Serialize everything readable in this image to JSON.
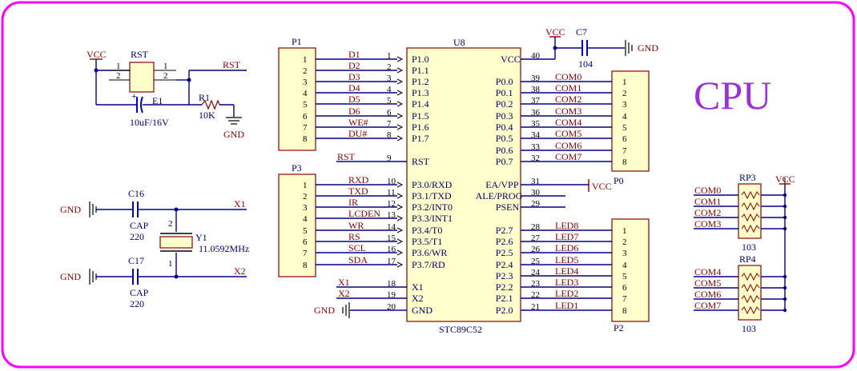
{
  "title": "CPU",
  "colors": {
    "border": "#ff00ff",
    "title": "#9b30d9",
    "wire": "#00008b",
    "box_fill": "#ffffcc",
    "label": "#8b0000"
  },
  "power": {
    "vcc": "VCC",
    "gnd": "GND"
  },
  "u8": {
    "ref": "U8",
    "part": "STC89C52",
    "left": [
      {
        "pin": "1",
        "name": "P1.0",
        "net": "D1"
      },
      {
        "pin": "2",
        "name": "P1.1",
        "net": "D2"
      },
      {
        "pin": "3",
        "name": "P1.2",
        "net": "D3"
      },
      {
        "pin": "4",
        "name": "P1.3",
        "net": "D4"
      },
      {
        "pin": "5",
        "name": "P1.4",
        "net": "D5"
      },
      {
        "pin": "6",
        "name": "P1.5",
        "net": "D6"
      },
      {
        "pin": "7",
        "name": "P1.6",
        "net": "WE#"
      },
      {
        "pin": "8",
        "name": "P1.7",
        "net": "DU#"
      },
      {
        "pin": "9",
        "name": "RST",
        "net": "RST"
      },
      {
        "pin": "10",
        "name": "P3.0/RXD",
        "net": "RXD"
      },
      {
        "pin": "11",
        "name": "P3.1/TXD",
        "net": "TXD"
      },
      {
        "pin": "12",
        "name": "P3.2/INT0",
        "net": "IR"
      },
      {
        "pin": "13",
        "name": "P3.3/INT1",
        "net": "LCDEN"
      },
      {
        "pin": "14",
        "name": "P3.4/T0",
        "net": "WR"
      },
      {
        "pin": "15",
        "name": "P3.5/T1",
        "net": "RS"
      },
      {
        "pin": "16",
        "name": "P3.6/WR",
        "net": "SCL"
      },
      {
        "pin": "17",
        "name": "P3.7/RD",
        "net": "SDA"
      },
      {
        "pin": "18",
        "name": "X1",
        "net": "X1"
      },
      {
        "pin": "19",
        "name": "X2",
        "net": "X2"
      },
      {
        "pin": "20",
        "name": "GND",
        "net": "GND"
      }
    ],
    "right": [
      {
        "pin": "40",
        "name": "VCC",
        "net": ""
      },
      {
        "pin": "39",
        "name": "P0.0",
        "net": "COM0"
      },
      {
        "pin": "38",
        "name": "P0.1",
        "net": "COM1"
      },
      {
        "pin": "37",
        "name": "P0.2",
        "net": "COM2"
      },
      {
        "pin": "36",
        "name": "P0.3",
        "net": "COM3"
      },
      {
        "pin": "35",
        "name": "P0.4",
        "net": "COM4"
      },
      {
        "pin": "34",
        "name": "P0.5",
        "net": "COM5"
      },
      {
        "pin": "33",
        "name": "P0.6",
        "net": "COM6"
      },
      {
        "pin": "32",
        "name": "P0.7",
        "net": "COM7"
      },
      {
        "pin": "31",
        "name": "EA/VPP",
        "net": "VCC"
      },
      {
        "pin": "30",
        "name": "ALE/PROG",
        "net": ""
      },
      {
        "pin": "29",
        "name": "PSEN",
        "net": ""
      },
      {
        "pin": "28",
        "name": "P2.7",
        "net": "LED8"
      },
      {
        "pin": "27",
        "name": "P2.6",
        "net": "LED7"
      },
      {
        "pin": "26",
        "name": "P2.5",
        "net": "LED6"
      },
      {
        "pin": "25",
        "name": "P2.4",
        "net": "LED5"
      },
      {
        "pin": "24",
        "name": "P2.3",
        "net": "LED4"
      },
      {
        "pin": "23",
        "name": "P2.2",
        "net": "LED3"
      },
      {
        "pin": "22",
        "name": "P2.1",
        "net": "LED2"
      },
      {
        "pin": "21",
        "name": "P2.0",
        "net": "LED1"
      }
    ]
  },
  "headers": {
    "p1": {
      "ref": "P1",
      "pins": [
        "1",
        "2",
        "3",
        "4",
        "5",
        "6",
        "7",
        "8"
      ]
    },
    "p3": {
      "ref": "P3",
      "pins": [
        "1",
        "2",
        "3",
        "4",
        "5",
        "6",
        "7",
        "8"
      ]
    },
    "p0": {
      "ref": "P0",
      "pins": [
        "1",
        "2",
        "3",
        "4",
        "5",
        "6",
        "7",
        "8"
      ]
    },
    "p2": {
      "ref": "P2",
      "pins": [
        "1",
        "2",
        "3",
        "4",
        "5",
        "6",
        "7",
        "8"
      ]
    }
  },
  "reset": {
    "rst_ref": "RST",
    "rst_pins": [
      "1",
      "1",
      "2",
      "2"
    ],
    "net": "RST",
    "e1": {
      "ref": "E1",
      "value": "10uF/16V"
    },
    "r1": {
      "ref": "R1",
      "value": "10K"
    }
  },
  "crystal": {
    "c16": {
      "ref": "C16",
      "type": "CAP",
      "value": "220"
    },
    "c17": {
      "ref": "C17",
      "type": "CAP",
      "value": "220"
    },
    "y1": {
      "ref": "Y1",
      "value": "11.0592MHz",
      "pin_top": "2",
      "pin_bottom": "1"
    },
    "net1": "X1",
    "net2": "X2"
  },
  "c7": {
    "ref": "C7",
    "value": "104"
  },
  "rp3": {
    "ref": "RP3",
    "value": "103",
    "nets": [
      "COM0",
      "COM1",
      "COM2",
      "COM3"
    ]
  },
  "rp4": {
    "ref": "RP4",
    "value": "103",
    "nets": [
      "COM4",
      "COM5",
      "COM6",
      "COM7"
    ]
  }
}
